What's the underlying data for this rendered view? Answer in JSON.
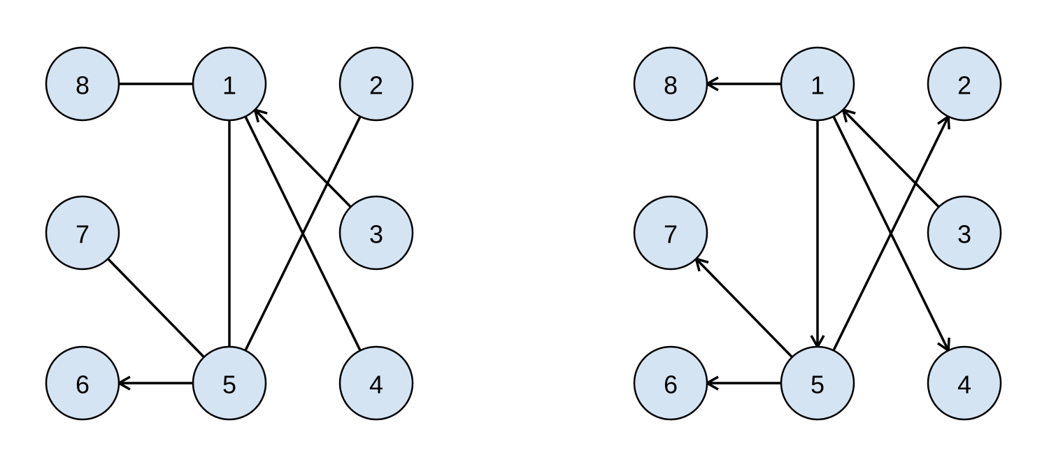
{
  "colors": {
    "node_fill": "#d5e4f3",
    "node_stroke": "#000000",
    "edge": "#000000"
  },
  "graphs": [
    {
      "nodes": [
        "8",
        "1",
        "2",
        "7",
        "3",
        "6",
        "5",
        "4"
      ],
      "edges": [
        {
          "from": "8",
          "to": "1",
          "directed": false
        },
        {
          "from": "1",
          "to": "5",
          "directed": false
        },
        {
          "from": "1",
          "to": "4",
          "directed": false
        },
        {
          "from": "3",
          "to": "1",
          "directed": true
        },
        {
          "from": "2",
          "to": "5",
          "directed": false
        },
        {
          "from": "7",
          "to": "5",
          "directed": false
        },
        {
          "from": "5",
          "to": "6",
          "directed": true
        }
      ]
    },
    {
      "nodes": [
        "8",
        "1",
        "2",
        "7",
        "3",
        "6",
        "5",
        "4"
      ],
      "edges": [
        {
          "from": "1",
          "to": "8",
          "directed": true
        },
        {
          "from": "1",
          "to": "5",
          "directed": true
        },
        {
          "from": "1",
          "to": "4",
          "directed": true
        },
        {
          "from": "3",
          "to": "1",
          "directed": true
        },
        {
          "from": "5",
          "to": "2",
          "directed": true
        },
        {
          "from": "5",
          "to": "7",
          "directed": true
        },
        {
          "from": "5",
          "to": "6",
          "directed": true
        }
      ]
    }
  ]
}
